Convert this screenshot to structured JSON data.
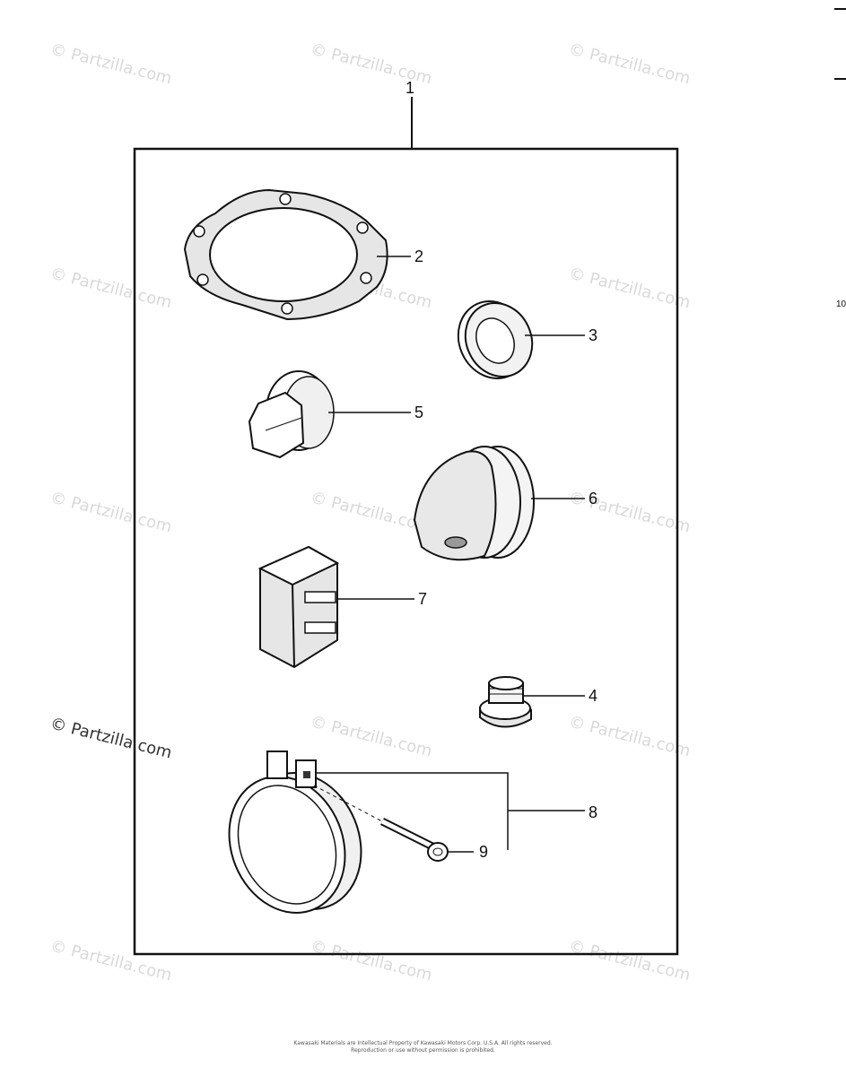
{
  "callouts": [
    "1",
    "2",
    "3",
    "4",
    "5",
    "6",
    "7",
    "8",
    "9"
  ],
  "watermark": "© Partzilla.com",
  "edge_text": "10",
  "copyright_lines": [
    "Kawasaki Materials are Intellectual Property of Kawasaki Motors Corp. U.S.A. All rights reserved.",
    "Reproduction or use without permission is prohibited."
  ]
}
